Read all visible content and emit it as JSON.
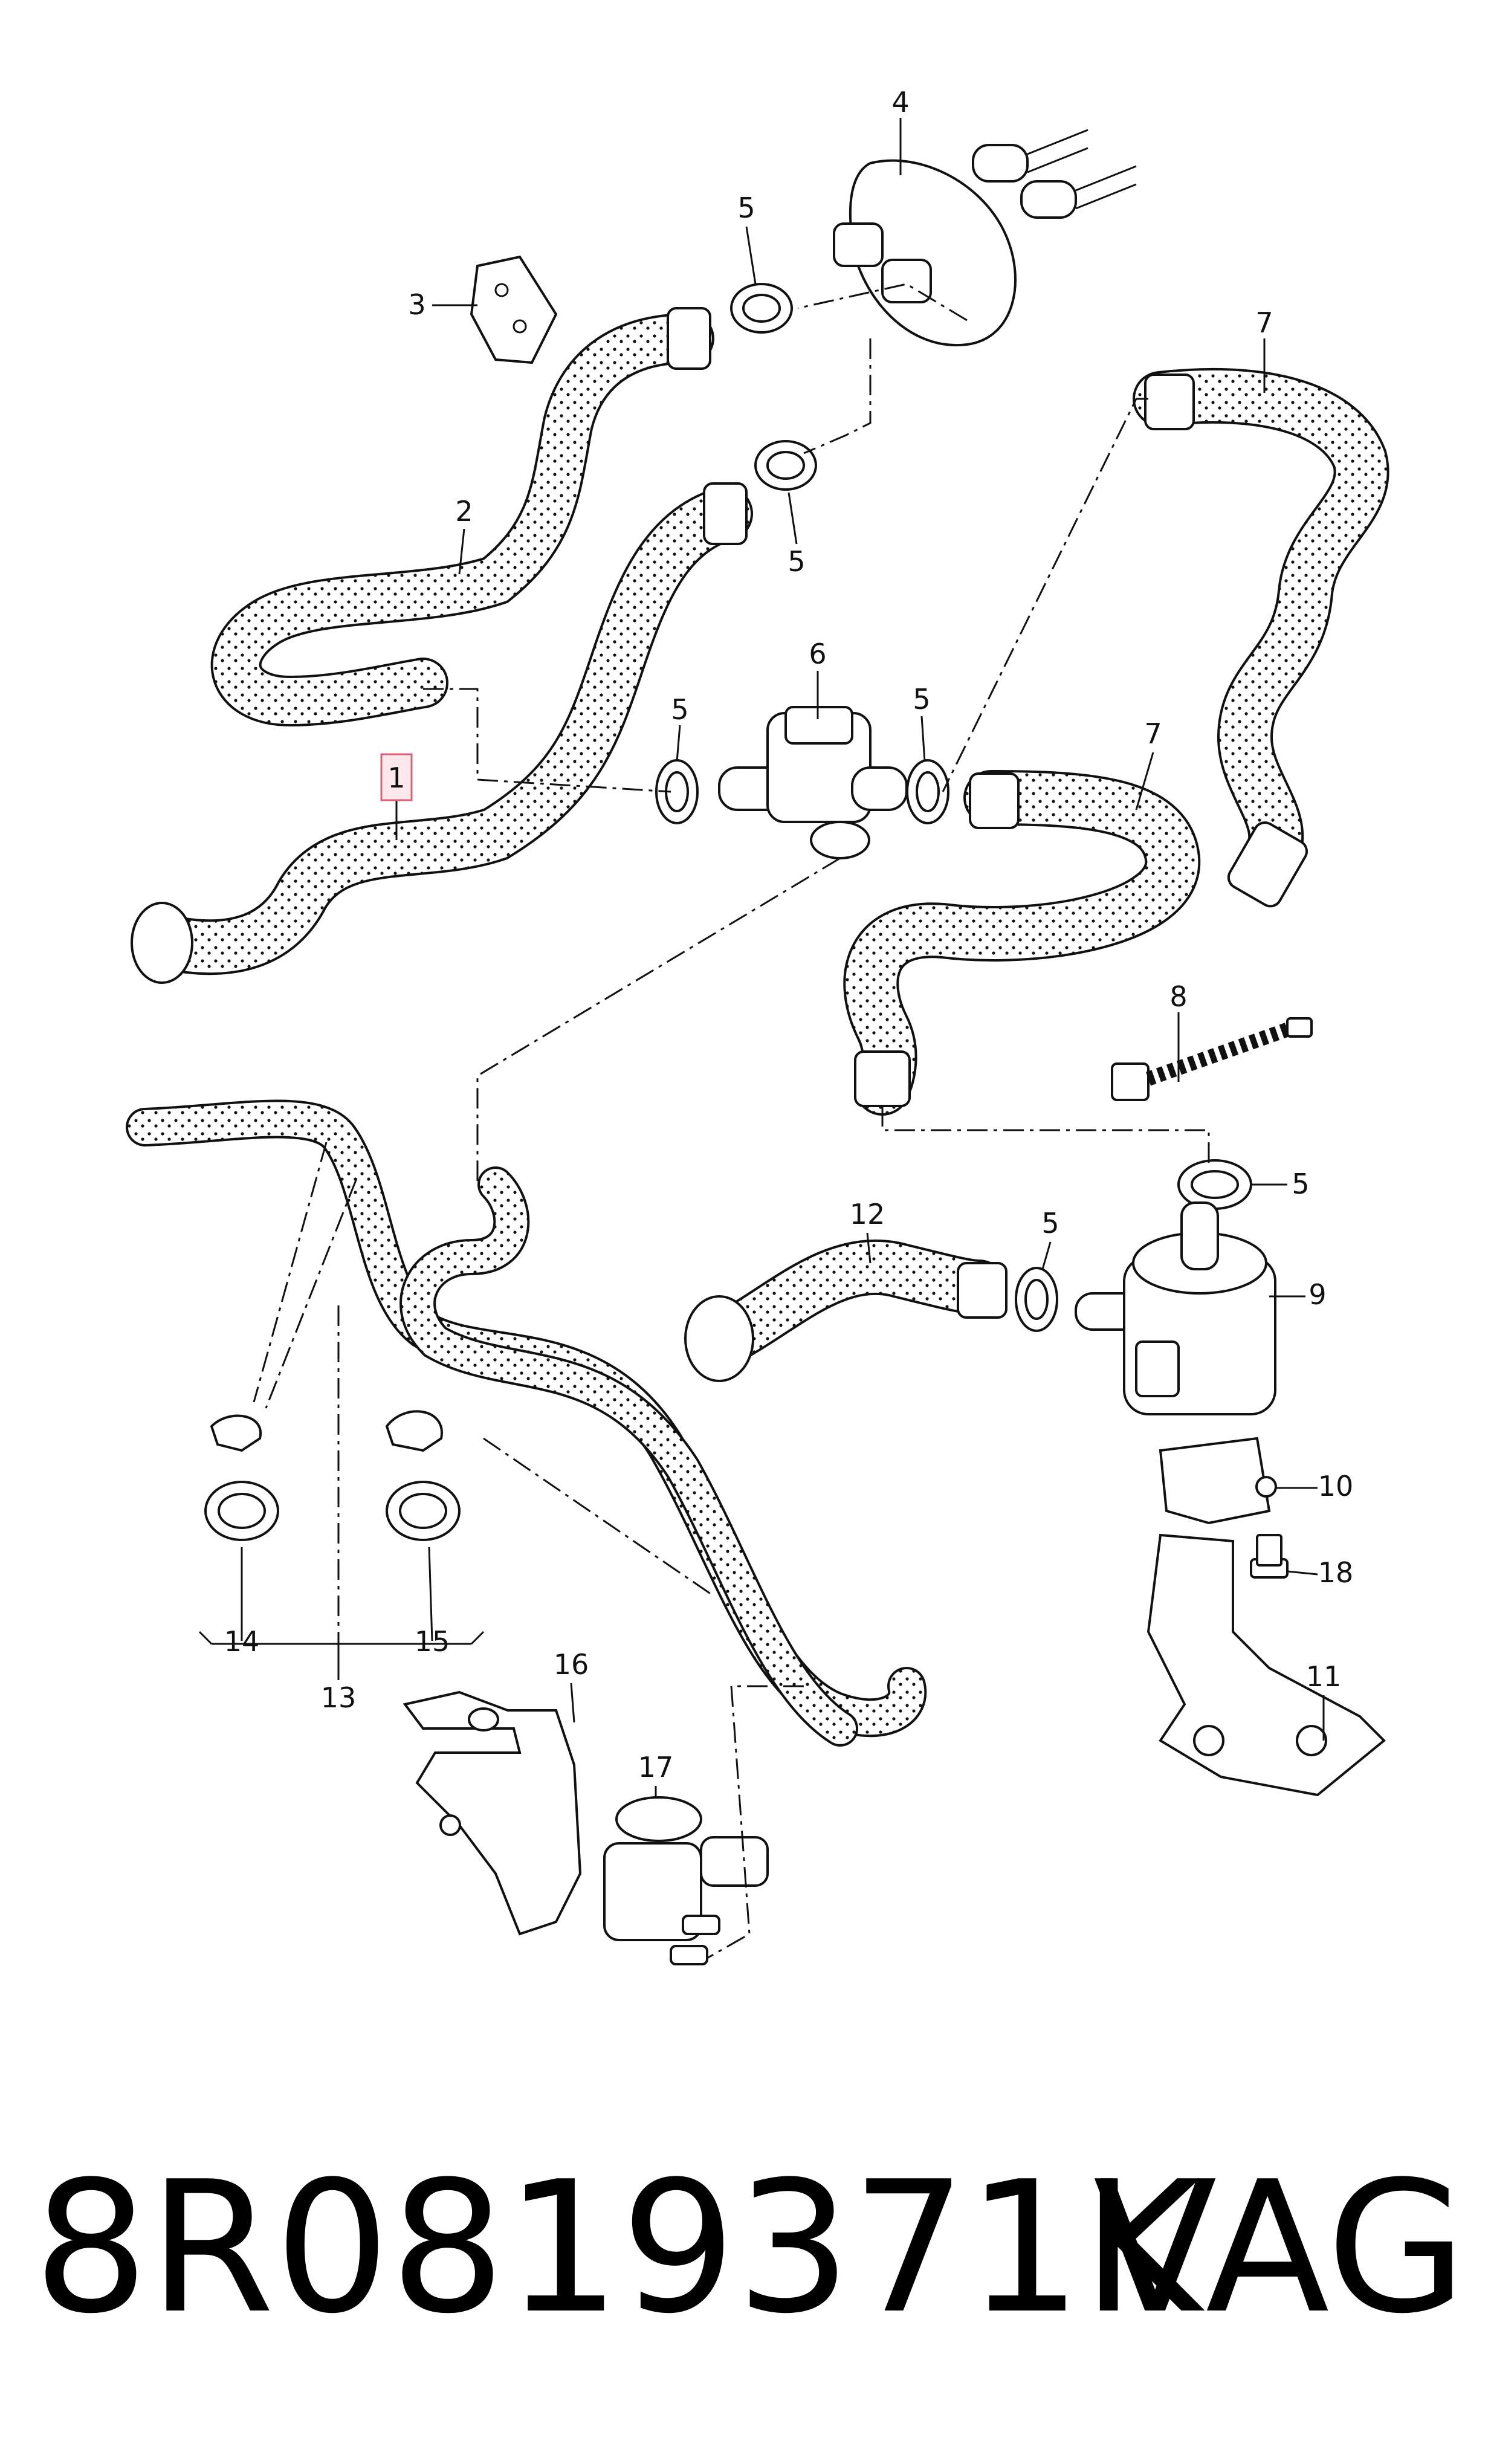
{
  "callouts": {
    "c1": "1",
    "c2": "2",
    "c3": "3",
    "c4": "4",
    "c5": "5",
    "c6": "6",
    "c7": "7",
    "c8": "8",
    "c9": "9",
    "c10": "10",
    "c11": "11",
    "c12": "12",
    "c13": "13",
    "c14": "14",
    "c15": "15",
    "c16": "16",
    "c17": "17",
    "c18": "18"
  },
  "highlighted_callout": "1",
  "footer": {
    "part_number": "8R0819371K",
    "brand": "VAG"
  },
  "colors": {
    "highlight_fill": "#fde8ec",
    "highlight_stroke": "#e0607a",
    "line": "#111111"
  }
}
